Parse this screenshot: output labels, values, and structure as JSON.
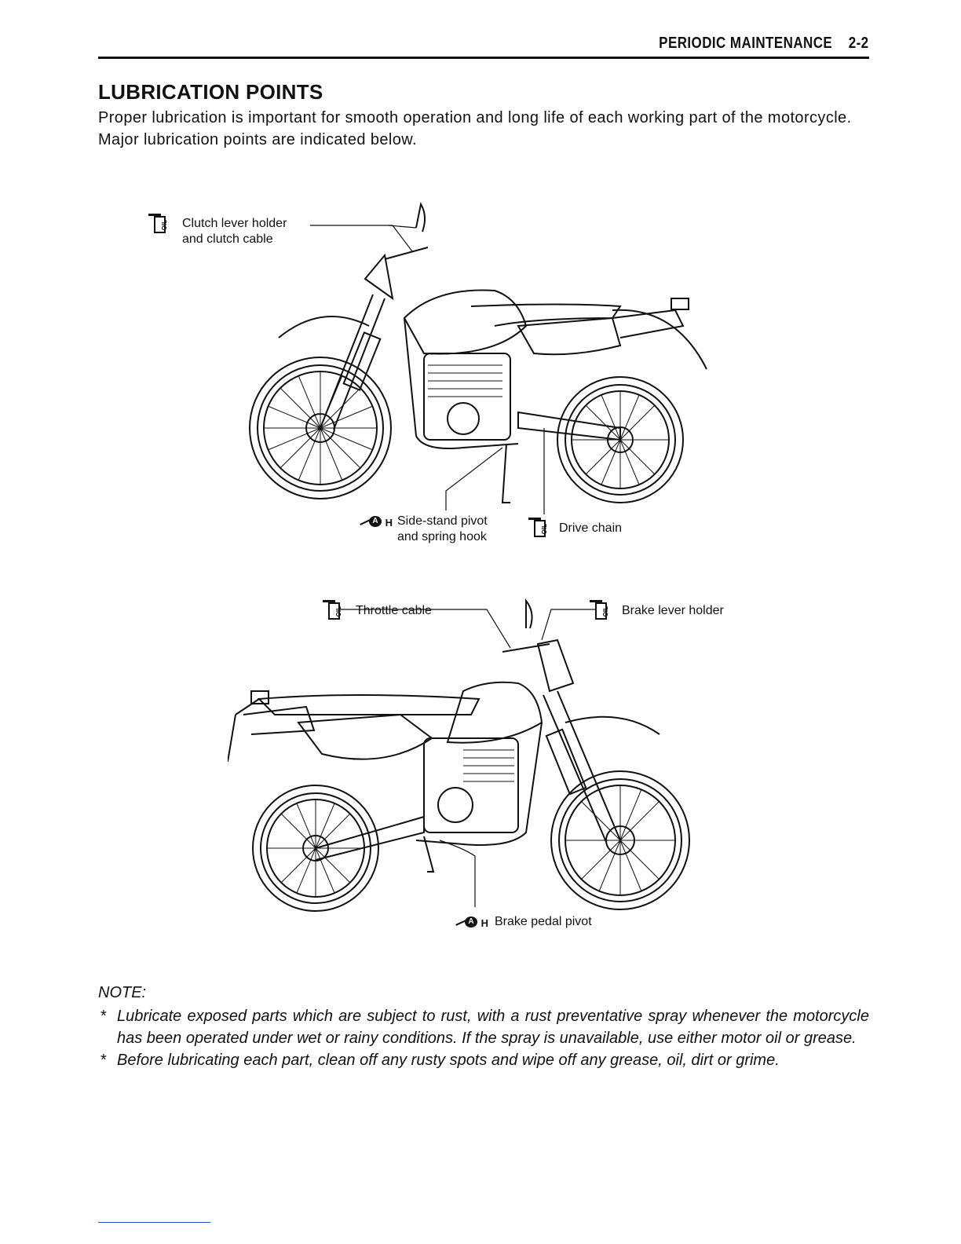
{
  "header": {
    "section": "PERIODIC MAINTENANCE",
    "page": "2-2"
  },
  "title": "LUBRICATION POINTS",
  "intro": [
    "Proper lubrication is important for smooth operation and long life of each working part of the motorcycle.",
    "Major lubrication points are indicated below."
  ],
  "figure1": {
    "labels": {
      "clutch_line1": "Clutch lever holder",
      "clutch_line2": "and clutch cable",
      "sidestand_line1": "Side-stand pivot",
      "sidestand_line2": "and spring hook",
      "drive_chain": "Drive chain"
    }
  },
  "figure2": {
    "labels": {
      "throttle": "Throttle cable",
      "brake_lever": "Brake lever holder",
      "brake_pedal": "Brake pedal pivot"
    }
  },
  "icons": {
    "oil": "oil-can-icon",
    "grease": "grease-gun-icon",
    "oil_text": "OIL",
    "grease_letter": "A",
    "grease_suffix": "H"
  },
  "note": {
    "title": "NOTE:",
    "items": [
      "Lubricate exposed parts which are subject to rust, with a rust preventative spray whenever the motorcycle has been operated under wet or rainy conditions. If the spray is unavailable, use either motor oil or grease.",
      "Before lubricating each part, clean off any rusty spots and wipe off any grease, oil, dirt or grime."
    ]
  }
}
